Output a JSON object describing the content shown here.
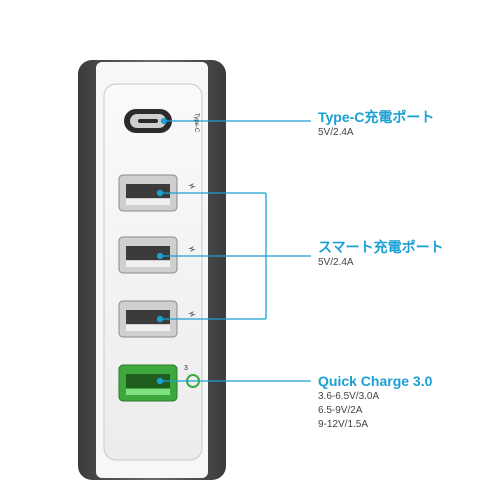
{
  "colors": {
    "accent": "#1aa0d2",
    "qc_green": "#4bd24b",
    "body_dark": "#5a5a5a",
    "panel_light": "#f3f3f3"
  },
  "device": {
    "type_c_port_text": "Type-C",
    "qc_port_text": "3"
  },
  "callouts": [
    {
      "title": "Type-C充電ポート",
      "specs": [
        "5V/2.4A"
      ]
    },
    {
      "title": "スマート充電ポート",
      "specs": [
        "5V/2.4A"
      ]
    },
    {
      "title": "Quick Charge 3.0",
      "specs": [
        "3.6-6.5V/3.0A",
        "6.5-9V/2A",
        "9-12V/1.5A"
      ]
    }
  ]
}
